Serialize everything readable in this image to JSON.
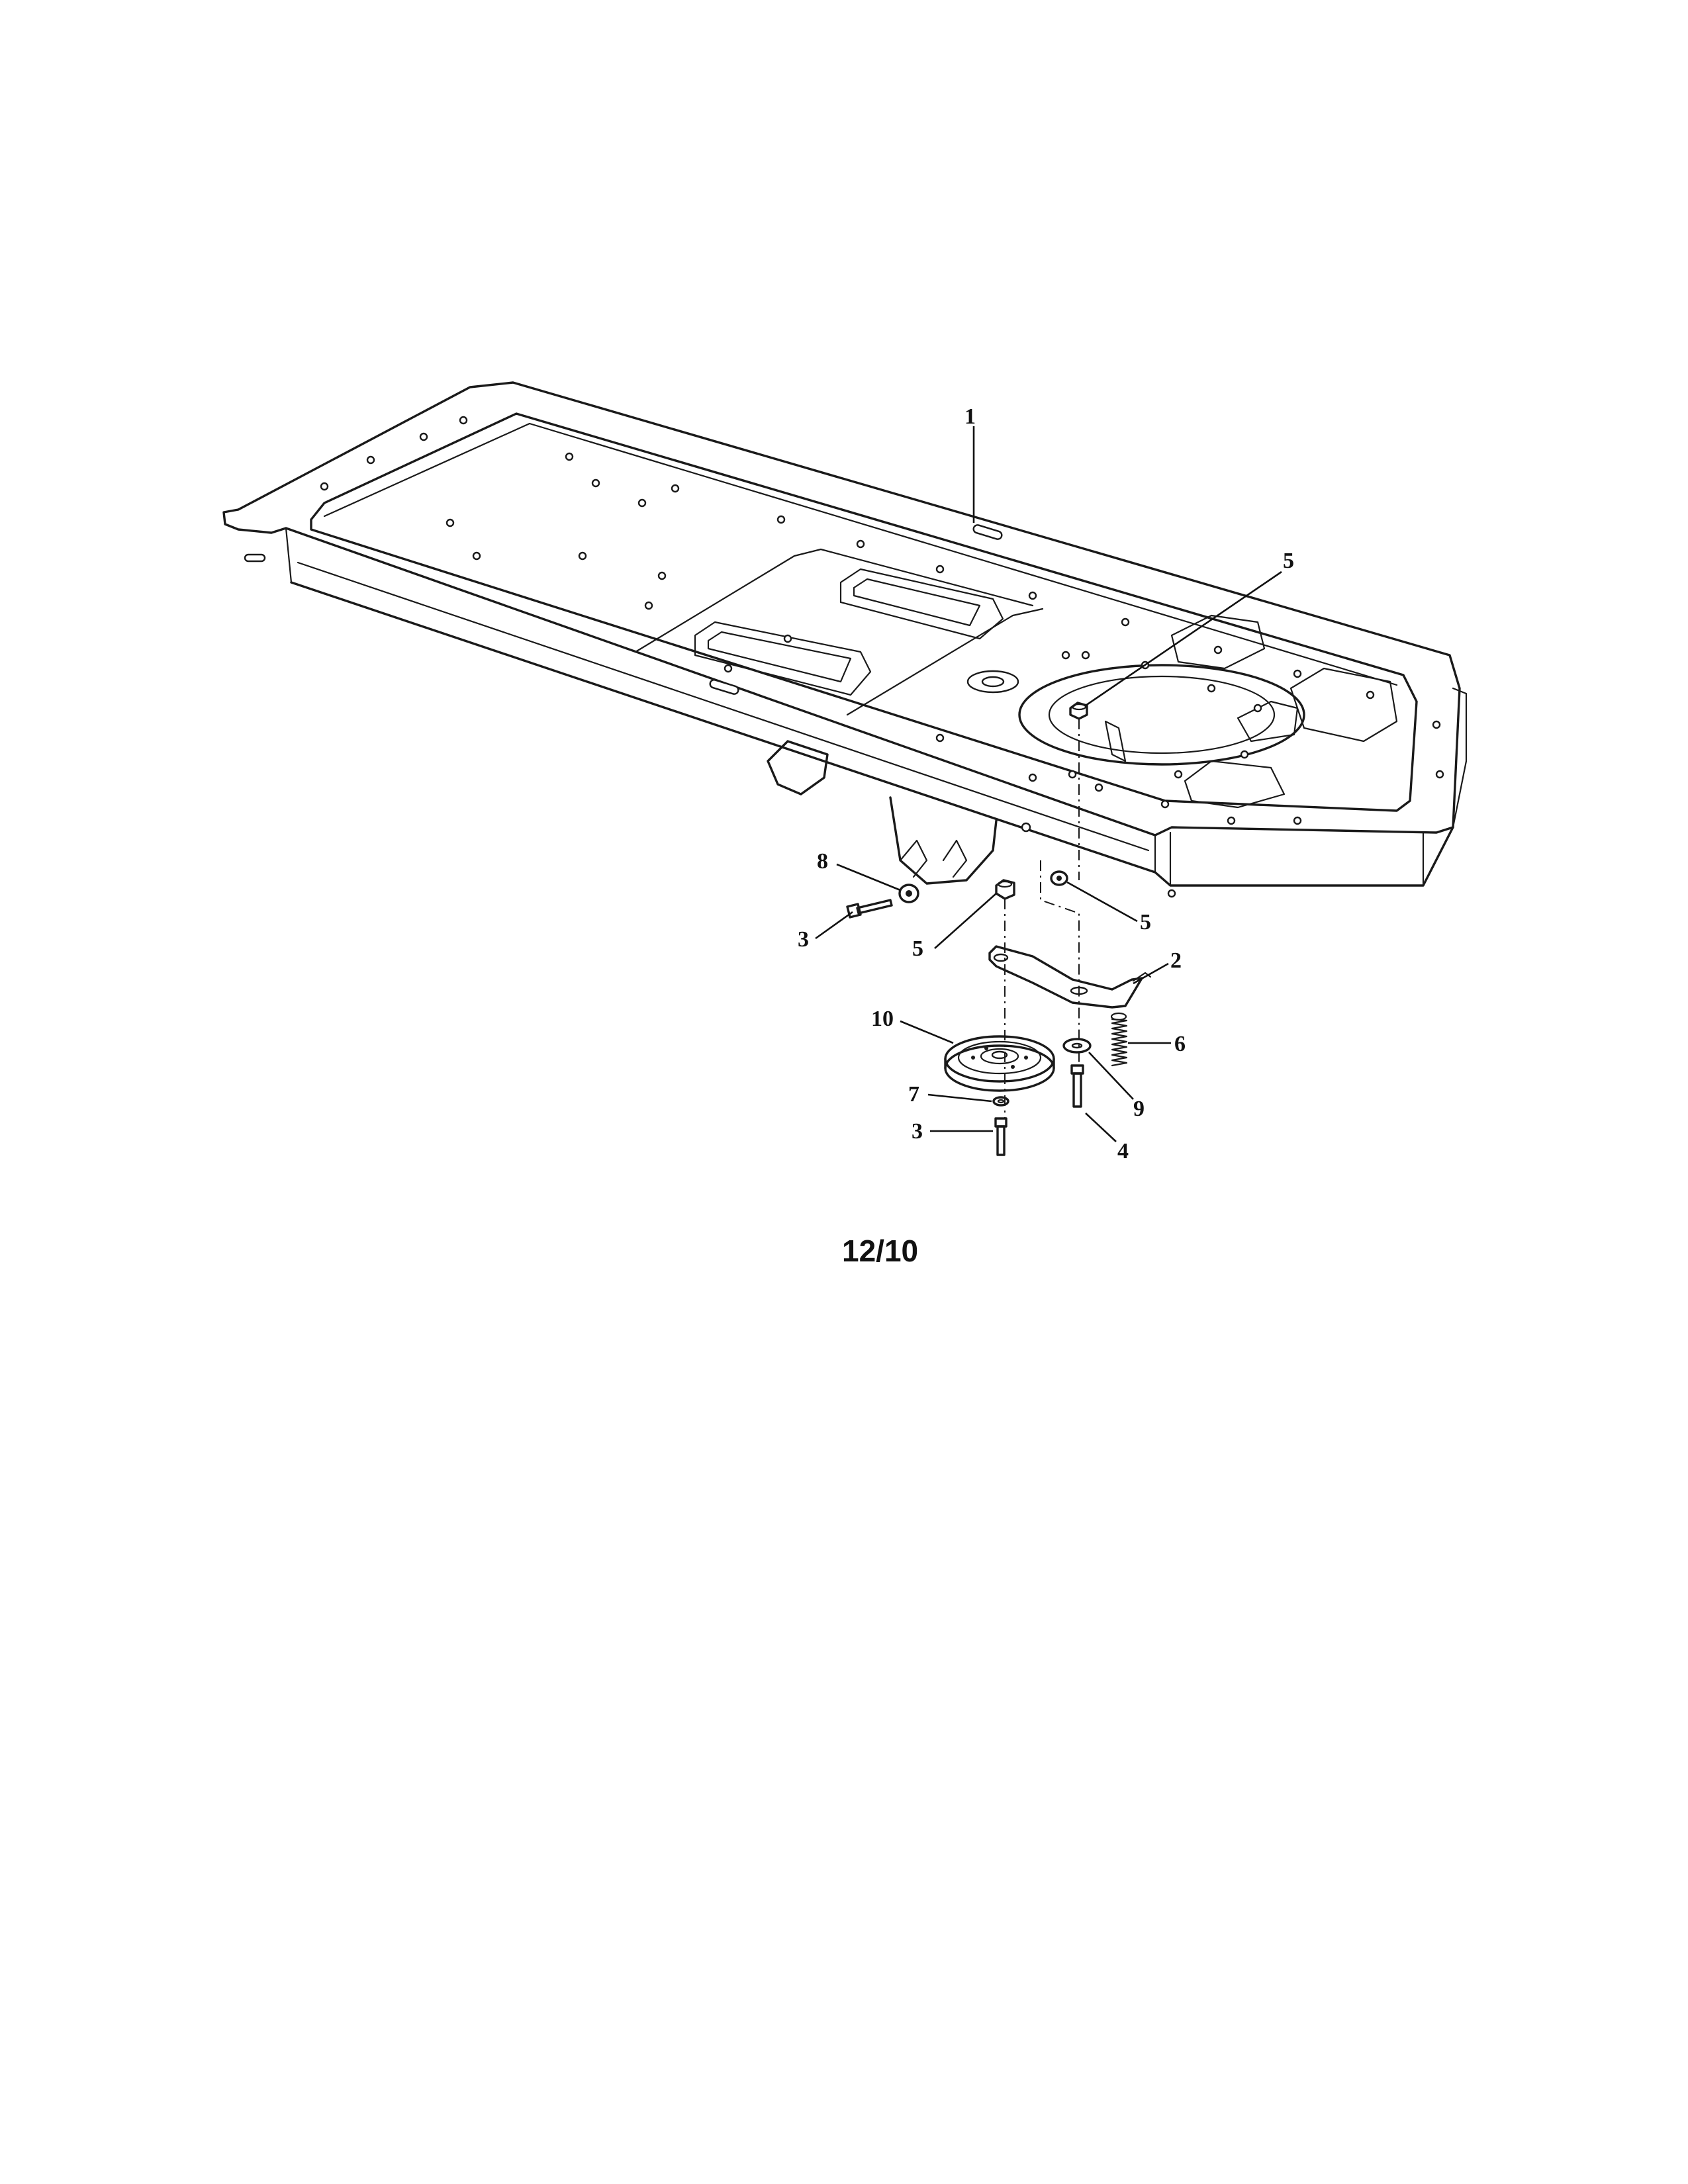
{
  "diagram": {
    "callouts": [
      {
        "id": "c1",
        "label": "1"
      },
      {
        "id": "c5a",
        "label": "5"
      },
      {
        "id": "c8",
        "label": "8"
      },
      {
        "id": "c3a",
        "label": "3"
      },
      {
        "id": "c5b",
        "label": "5"
      },
      {
        "id": "c5c",
        "label": "5"
      },
      {
        "id": "c2",
        "label": "2"
      },
      {
        "id": "c10",
        "label": "10"
      },
      {
        "id": "c6",
        "label": "6"
      },
      {
        "id": "c7",
        "label": "7"
      },
      {
        "id": "c9",
        "label": "9"
      },
      {
        "id": "c3b",
        "label": "3"
      },
      {
        "id": "c4",
        "label": "4"
      }
    ],
    "date_code": "12/10"
  }
}
